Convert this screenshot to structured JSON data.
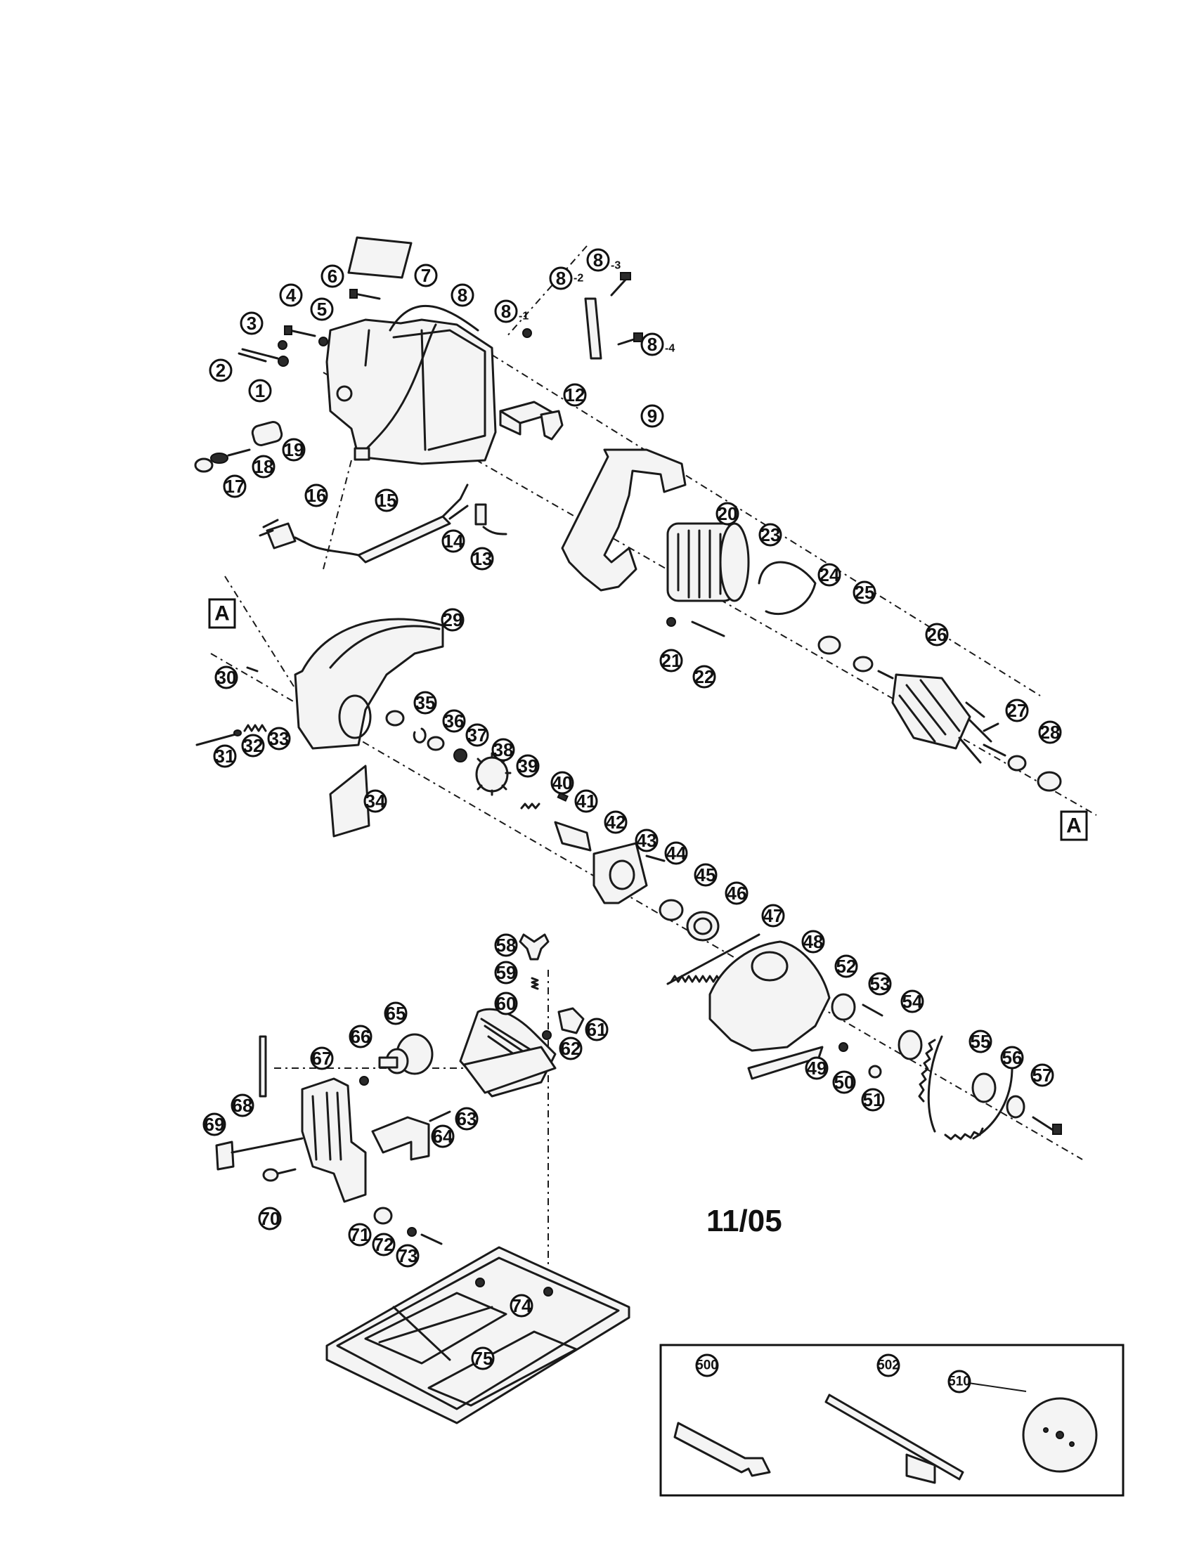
{
  "date_code": "11/05",
  "reference_mark": "A",
  "suffixes": {
    "s1": "-1",
    "s2": "-2",
    "s3": "-3",
    "s4": "-4"
  },
  "callouts": {
    "p1": "1",
    "p2": "2",
    "p3": "3",
    "p4": "4",
    "p5": "5",
    "p6": "6",
    "p7": "7",
    "p8": "8",
    "p8_1": "8",
    "p8_2": "8",
    "p8_3": "8",
    "p8_4": "8",
    "p9": "9",
    "p12": "12",
    "p13": "13",
    "p14": "14",
    "p15": "15",
    "p16": "16",
    "p17": "17",
    "p18": "18",
    "p19": "19",
    "p20": "20",
    "p21": "21",
    "p22": "22",
    "p23": "23",
    "p24": "24",
    "p25": "25",
    "p26": "26",
    "p27": "27",
    "p28": "28",
    "p29": "29",
    "p30": "30",
    "p31": "31",
    "p32": "32",
    "p33": "33",
    "p34": "34",
    "p35": "35",
    "p36": "36",
    "p37": "37",
    "p38": "38",
    "p39": "39",
    "p40": "40",
    "p41": "41",
    "p42": "42",
    "p43": "43",
    "p44": "44",
    "p45": "45",
    "p46": "46",
    "p47": "47",
    "p48": "48",
    "p49": "49",
    "p50": "50",
    "p51": "51",
    "p52": "52",
    "p53": "53",
    "p54": "54",
    "p55": "55",
    "p56": "56",
    "p57": "57",
    "p58": "58",
    "p59": "59",
    "p60": "60",
    "p61": "61",
    "p62": "62",
    "p63": "63",
    "p64": "64",
    "p65": "65",
    "p66": "66",
    "p67": "67",
    "p68": "68",
    "p69": "69",
    "p70": "70",
    "p71": "71",
    "p72": "72",
    "p73": "73",
    "p74": "74",
    "p75": "75",
    "p500": "500",
    "p502": "502",
    "p510": "510"
  }
}
